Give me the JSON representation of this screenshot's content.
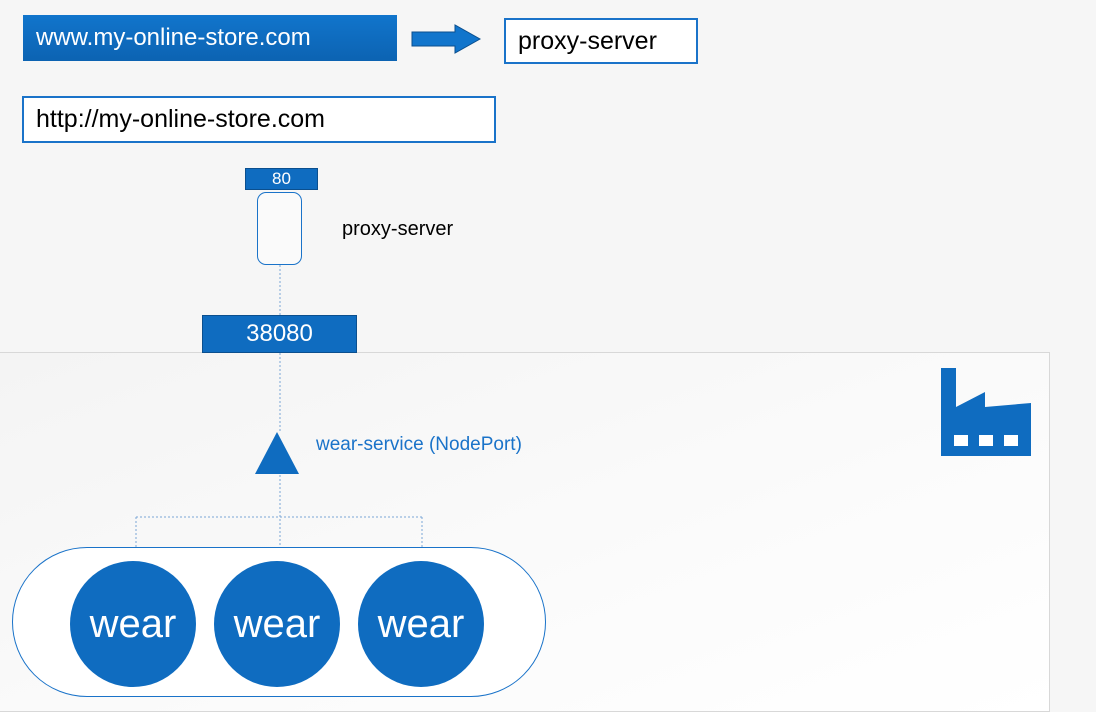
{
  "url_banner": {
    "text": "www.my-online-store.com"
  },
  "proxy_top": {
    "text": "proxy-server"
  },
  "http_box": {
    "text": "http://my-online-store.com"
  },
  "proxy": {
    "port": "80",
    "label": "proxy-server"
  },
  "node_port": {
    "text": "38080"
  },
  "service": {
    "label": "wear-service (NodePort)"
  },
  "pods": [
    {
      "label": "wear"
    },
    {
      "label": "wear"
    },
    {
      "label": "wear"
    }
  ],
  "colors": {
    "accent": "#0f6cc0",
    "border": "#1a73c9",
    "line": "#7aa6d6",
    "background": "#f6f6f6"
  },
  "icons": {
    "flow_arrow": "arrow-right-icon",
    "node": "factory-icon",
    "service": "triangle-service-icon"
  }
}
